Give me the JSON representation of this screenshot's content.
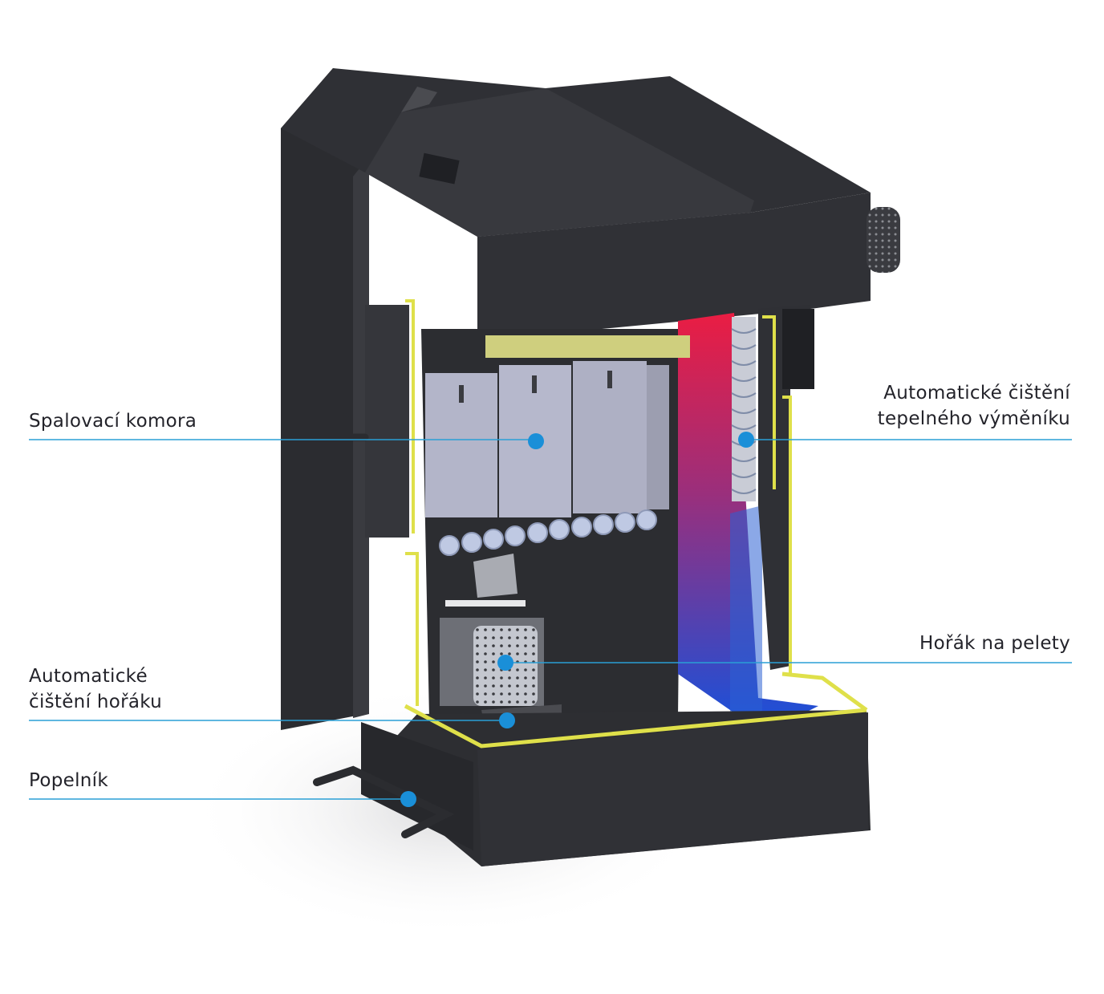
{
  "diagram": {
    "subject": "pellet-boiler-cutaway",
    "line_color": "#2a9fd6",
    "dot_color": "#1a8fd8",
    "body_color": "#2e2f33",
    "trim_color": "#e2e34a",
    "callouts": [
      {
        "id": "spalovaci",
        "lines": [
          "Spalovací komora"
        ]
      },
      {
        "id": "vymenik",
        "lines": [
          "Automatické čištění",
          "tepelného výměníku"
        ]
      },
      {
        "id": "horak",
        "lines": [
          "Hořák na pelety"
        ]
      },
      {
        "id": "cisteni_horaku",
        "lines": [
          "Automatické",
          "čištění hořáku"
        ]
      },
      {
        "id": "popelnik",
        "lines": [
          "Popelník"
        ]
      }
    ]
  }
}
